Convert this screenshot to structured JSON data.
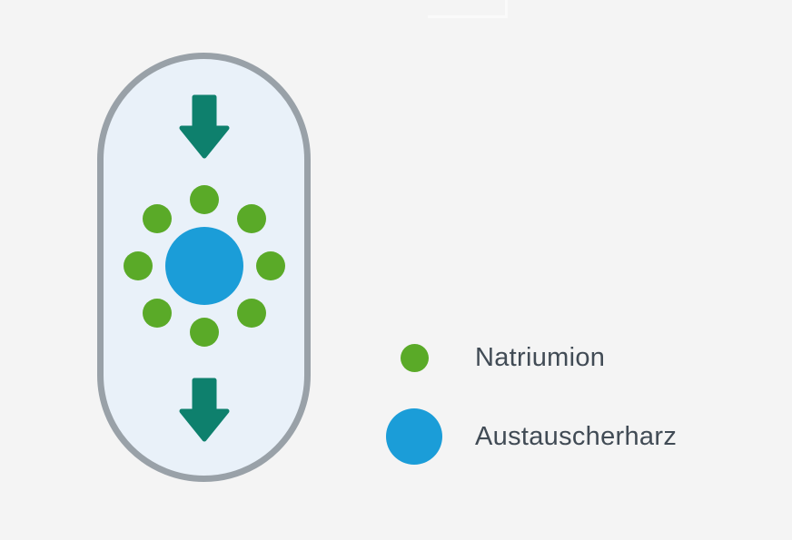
{
  "canvas": {
    "background": "#f4f4f4"
  },
  "artifact": {
    "description": "faint white rectangle corner at top edge",
    "color": "#fafafa"
  },
  "diagram": {
    "vessel": {
      "fill": "#e9f1f9",
      "border_color": "#99a1a8"
    },
    "arrow_color": "#0e806d",
    "arrows": [
      {
        "direction": "down",
        "position": "top"
      },
      {
        "direction": "down",
        "position": "bottom"
      }
    ],
    "ion_cluster": {
      "center_ion": {
        "label": "Austauscherharz",
        "color": "#1b9dd8"
      },
      "surrounding_ions": {
        "label": "Natriumion",
        "color": "#5aaa28",
        "count": 8
      }
    }
  },
  "legend": {
    "text_color": "#414b55",
    "items": [
      {
        "label": "Natriumion",
        "color": "#5aaa28",
        "swatch_size": "small"
      },
      {
        "label": "Austauscherharz",
        "color": "#1b9dd8",
        "swatch_size": "large"
      }
    ]
  }
}
